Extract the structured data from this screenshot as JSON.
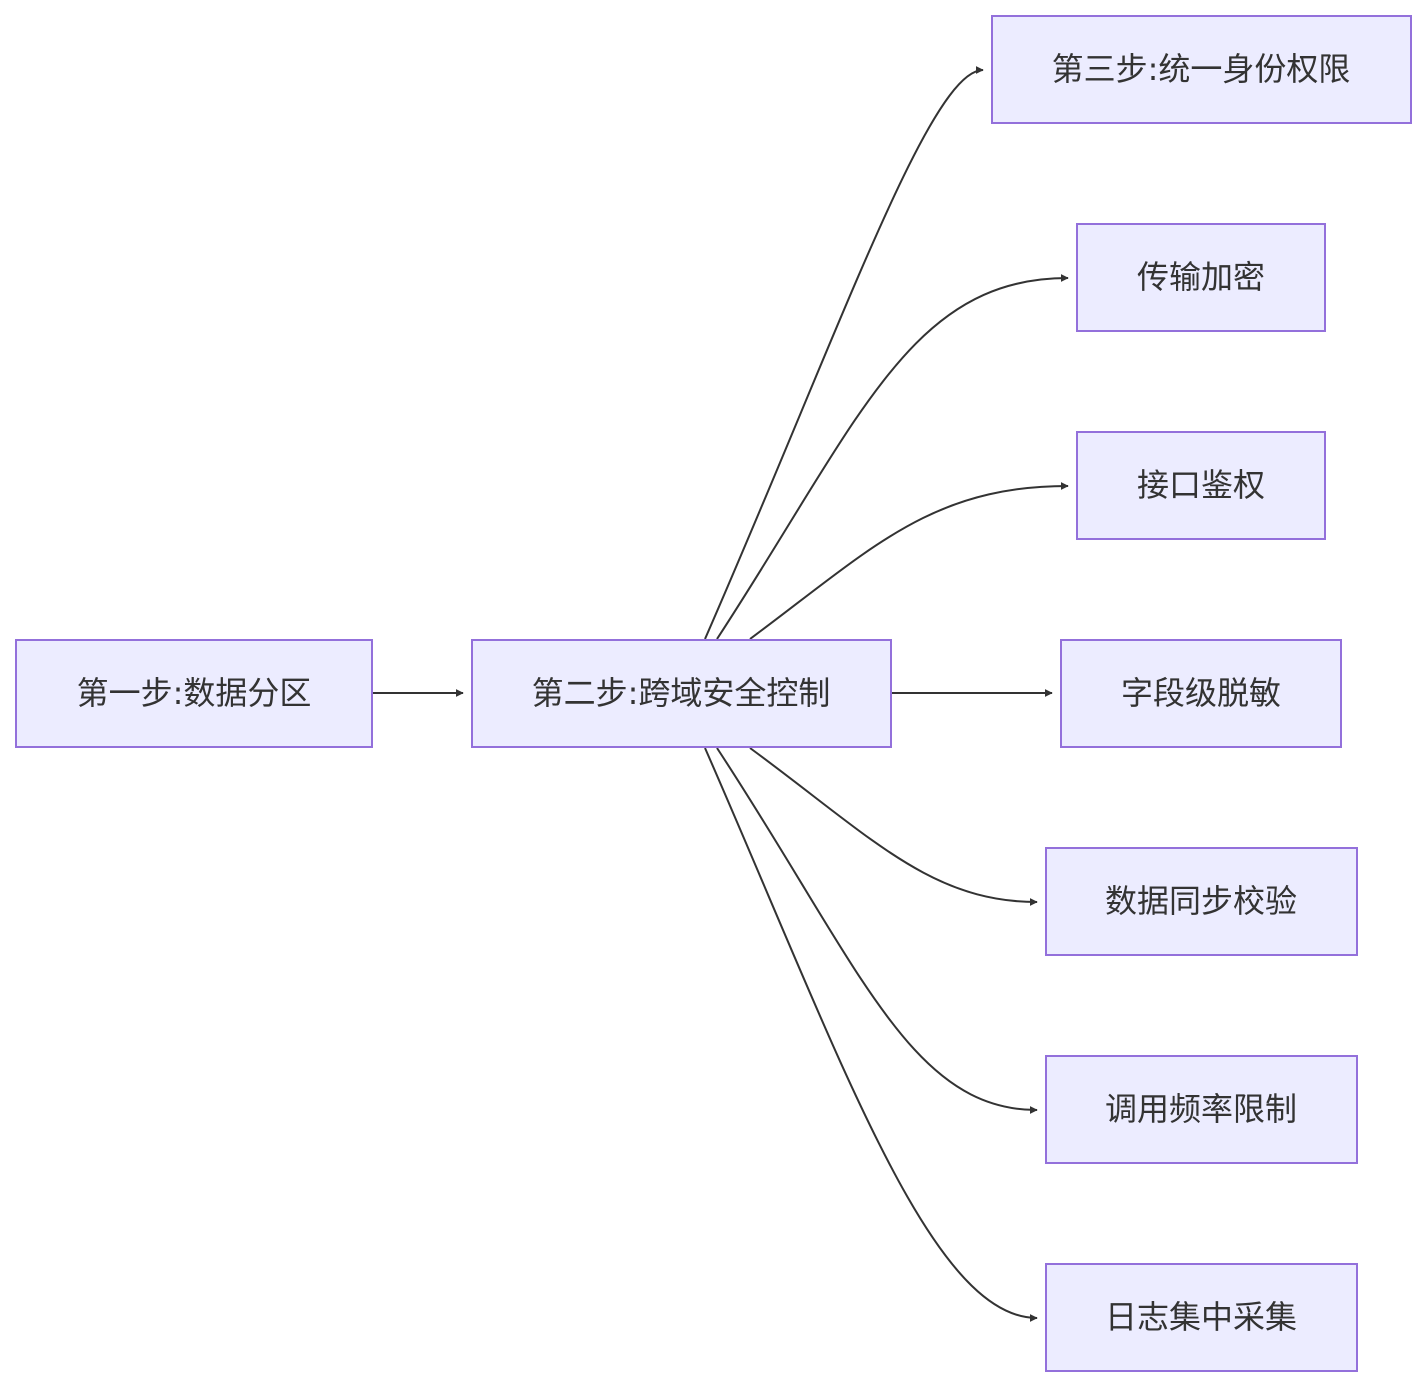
{
  "diagram": {
    "type": "flowchart",
    "direction": "left-to-right",
    "nodes": {
      "step1": {
        "label": "第一步:数据分区"
      },
      "step2": {
        "label": "第二步:跨域安全控制"
      },
      "step3": {
        "label": "第三步:统一身份权限"
      },
      "encrypt": {
        "label": "传输加密"
      },
      "auth": {
        "label": "接口鉴权"
      },
      "mask": {
        "label": "字段级脱敏"
      },
      "verify": {
        "label": "数据同步校验"
      },
      "ratelimit": {
        "label": "调用频率限制"
      },
      "logging": {
        "label": "日志集中采集"
      }
    },
    "edges": [
      {
        "from": "step1",
        "to": "step2"
      },
      {
        "from": "step2",
        "to": "step3"
      },
      {
        "from": "step2",
        "to": "encrypt"
      },
      {
        "from": "step2",
        "to": "auth"
      },
      {
        "from": "step2",
        "to": "mask"
      },
      {
        "from": "step2",
        "to": "verify"
      },
      {
        "from": "step2",
        "to": "ratelimit"
      },
      {
        "from": "step2",
        "to": "logging"
      }
    ],
    "colors": {
      "node_fill": "#ECECFF",
      "node_border": "#9370DB",
      "edge": "#333333",
      "text": "#333333"
    }
  }
}
